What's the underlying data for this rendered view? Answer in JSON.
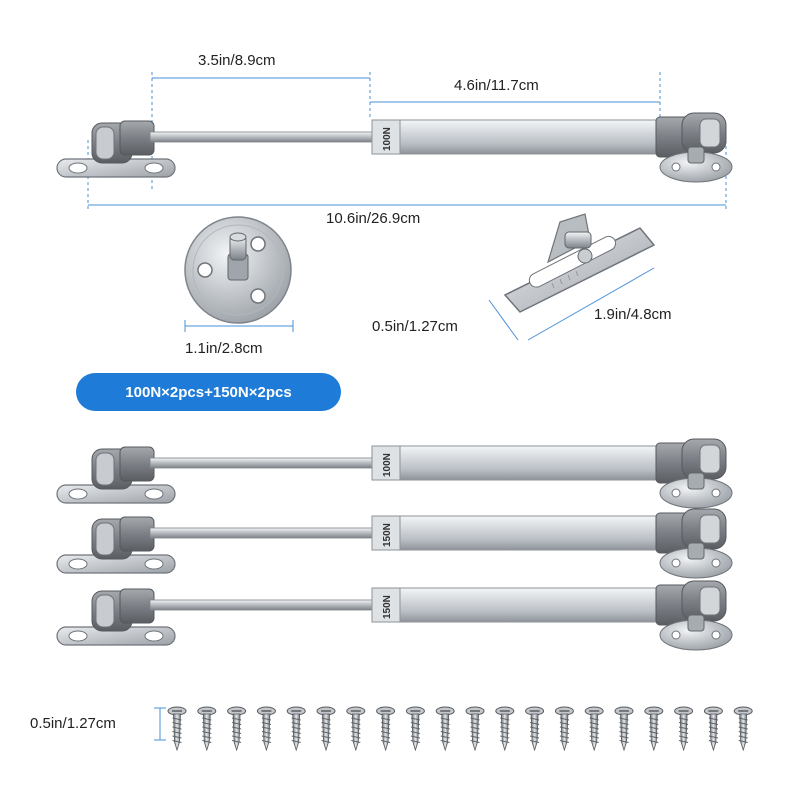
{
  "dimensions": {
    "rod_length": "3.5in/8.9cm",
    "body_length": "4.6in/11.7cm",
    "total_length": "10.6in/26.9cm",
    "round_mount_diameter": "1.1in/2.8cm",
    "bracket_width": "0.5in/1.27cm",
    "bracket_length": "1.9in/4.8cm",
    "screw_length": "0.5in/1.27cm"
  },
  "badge": "100N×2pcs+150N×2pcs",
  "struts": [
    {
      "label": "100N"
    },
    {
      "label": "100N"
    },
    {
      "label": "150N"
    },
    {
      "label": "150N"
    }
  ],
  "screws": {
    "count": 20
  },
  "colors": {
    "dimension_line": "#4a90d9",
    "badge": "#1e7bd8",
    "metal": "#c9cdd2",
    "metal_dark": "#8c9197",
    "end_cap": "#7f8287"
  }
}
